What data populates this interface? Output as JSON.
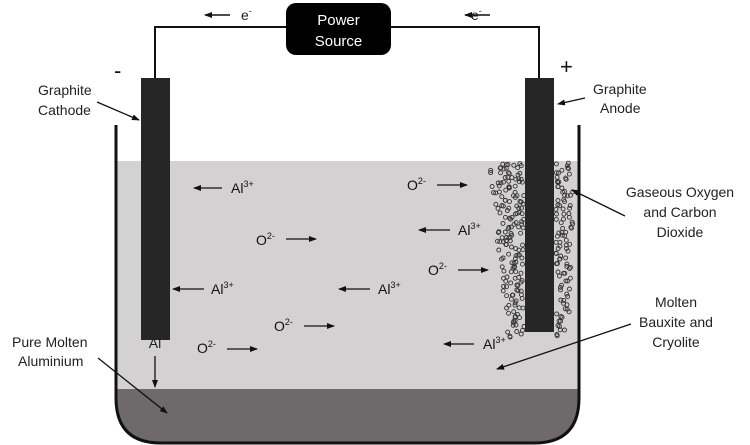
{
  "title": "Electrolysis of Aluminium",
  "power_source": {
    "line1": "Power",
    "line2": "Source"
  },
  "electron_labels": [
    {
      "base": "e",
      "sup": "-"
    },
    {
      "base": "e",
      "sup": "-"
    }
  ],
  "polarity": {
    "negative": "-",
    "positive": "+"
  },
  "labels": {
    "cathode": {
      "line1": "Graphite",
      "line2": "Cathode"
    },
    "anode": {
      "line1": "Graphite",
      "line2": "Anode"
    },
    "gas": {
      "line1": "Gaseous Oxygen",
      "line2": "and Carbon",
      "line3": "Dioxide"
    },
    "electrolyte": {
      "line1": "Molten",
      "line2": "Bauxite and",
      "line3": "Cryolite"
    },
    "aluminium": {
      "line1": "Pure Molten",
      "line2": "Aluminium"
    },
    "al_product": "Al"
  },
  "ions": [
    {
      "base": "Al",
      "sup": "3+",
      "direction": "left"
    },
    {
      "base": "O",
      "sup": "2-",
      "direction": "right"
    },
    {
      "base": "Al",
      "sup": "3+",
      "direction": "left"
    },
    {
      "base": "Al",
      "sup": "3+",
      "direction": "left"
    },
    {
      "base": "O",
      "sup": "2-",
      "direction": "right"
    },
    {
      "base": "O",
      "sup": "2-",
      "direction": "right"
    },
    {
      "base": "O",
      "sup": "2-",
      "direction": "right"
    },
    {
      "base": "Al",
      "sup": "3+",
      "direction": "left"
    },
    {
      "base": "O",
      "sup": "2-",
      "direction": "right"
    },
    {
      "base": "Al",
      "sup": "3+",
      "direction": "left"
    }
  ],
  "colors": {
    "electrolyte": "#d3d1d2",
    "molten_aluminium": "#6e696a",
    "electrode": "#262626",
    "power_box": "#000000"
  }
}
